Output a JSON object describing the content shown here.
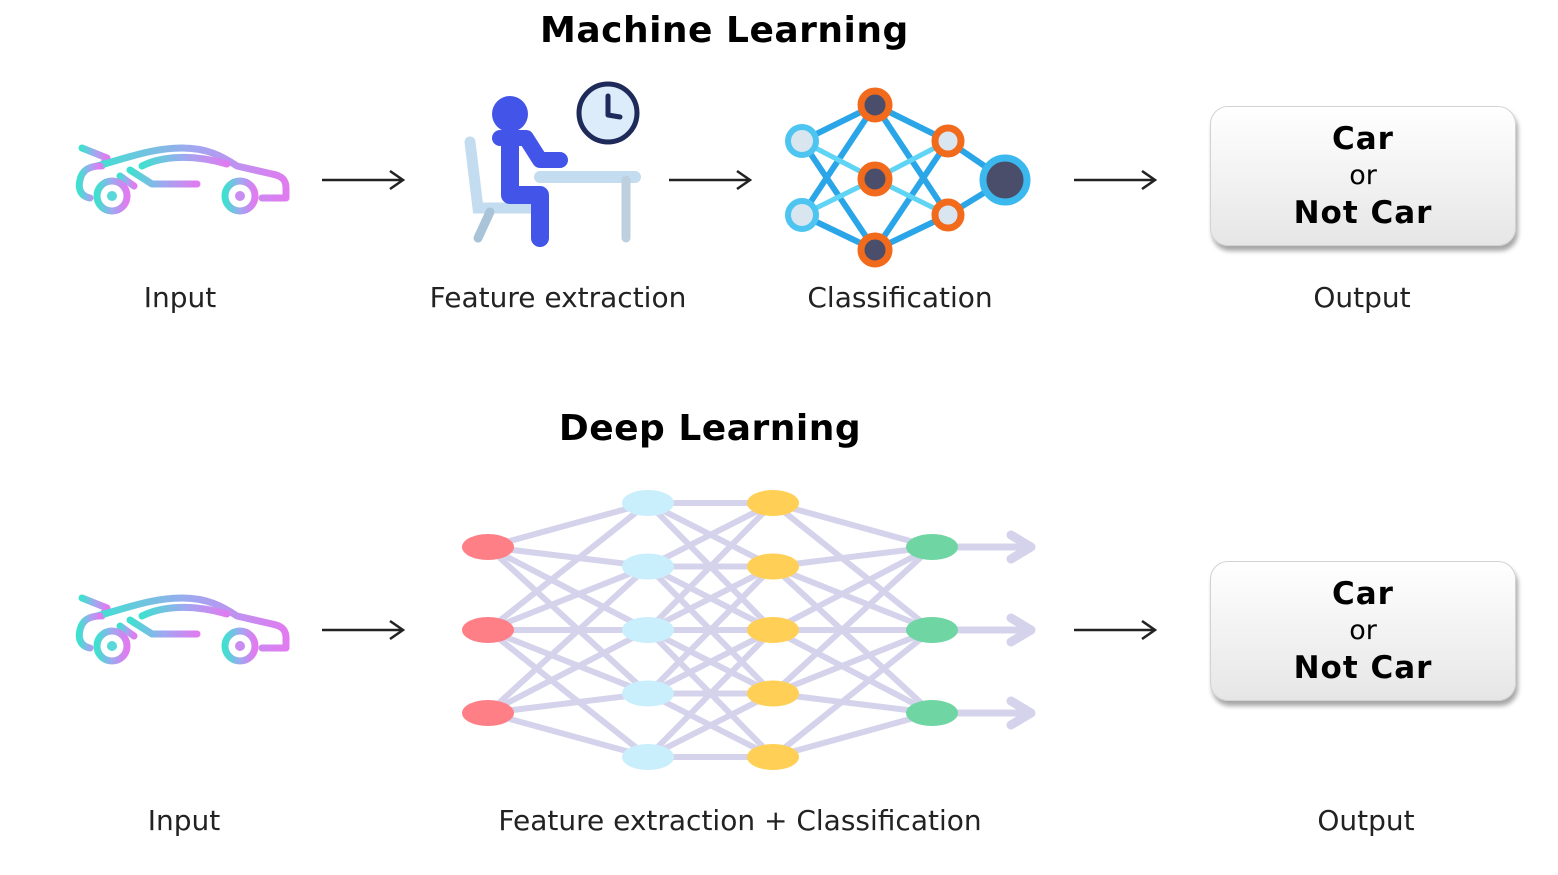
{
  "machine_learning": {
    "title": "Machine Learning",
    "stages": [
      {
        "label": "Input",
        "icon": "car-icon"
      },
      {
        "label": "Feature extraction",
        "icon": "person-at-desk-icon"
      },
      {
        "label": "Classification",
        "icon": "neural-network-icon"
      },
      {
        "label": "Output",
        "icon": "output-box"
      }
    ],
    "output": {
      "line1": "Car",
      "line2": "or",
      "line3": "Not Car"
    }
  },
  "deep_learning": {
    "title": "Deep Learning",
    "stages": [
      {
        "label": "Input",
        "icon": "car-icon"
      },
      {
        "label": "Feature extraction + Classification",
        "icon": "deep-neural-network-icon"
      },
      {
        "label": "Output",
        "icon": "output-box"
      }
    ],
    "output": {
      "line1": "Car",
      "line2": "or",
      "line3": "Not Car"
    },
    "network": {
      "layers": [
        3,
        5,
        5,
        3
      ],
      "layer_colors": [
        "#ff7f86",
        "#c9eefc",
        "#ffd055",
        "#6fd6a3"
      ],
      "edge_color": "#d5d3eb"
    }
  },
  "colors": {
    "car_gradient": [
      "#3fe0d0",
      "#9fa8f0",
      "#e07bf0"
    ],
    "person": "#4355e8",
    "furniture": "#c3dcf0",
    "clock_ring": "#1e2a5a",
    "clock_face": "#dcecfb",
    "nn_edge": "#2aa6e8",
    "nn_node_orange": "#f26a1b",
    "nn_node_dark": "#4a4e6a"
  }
}
